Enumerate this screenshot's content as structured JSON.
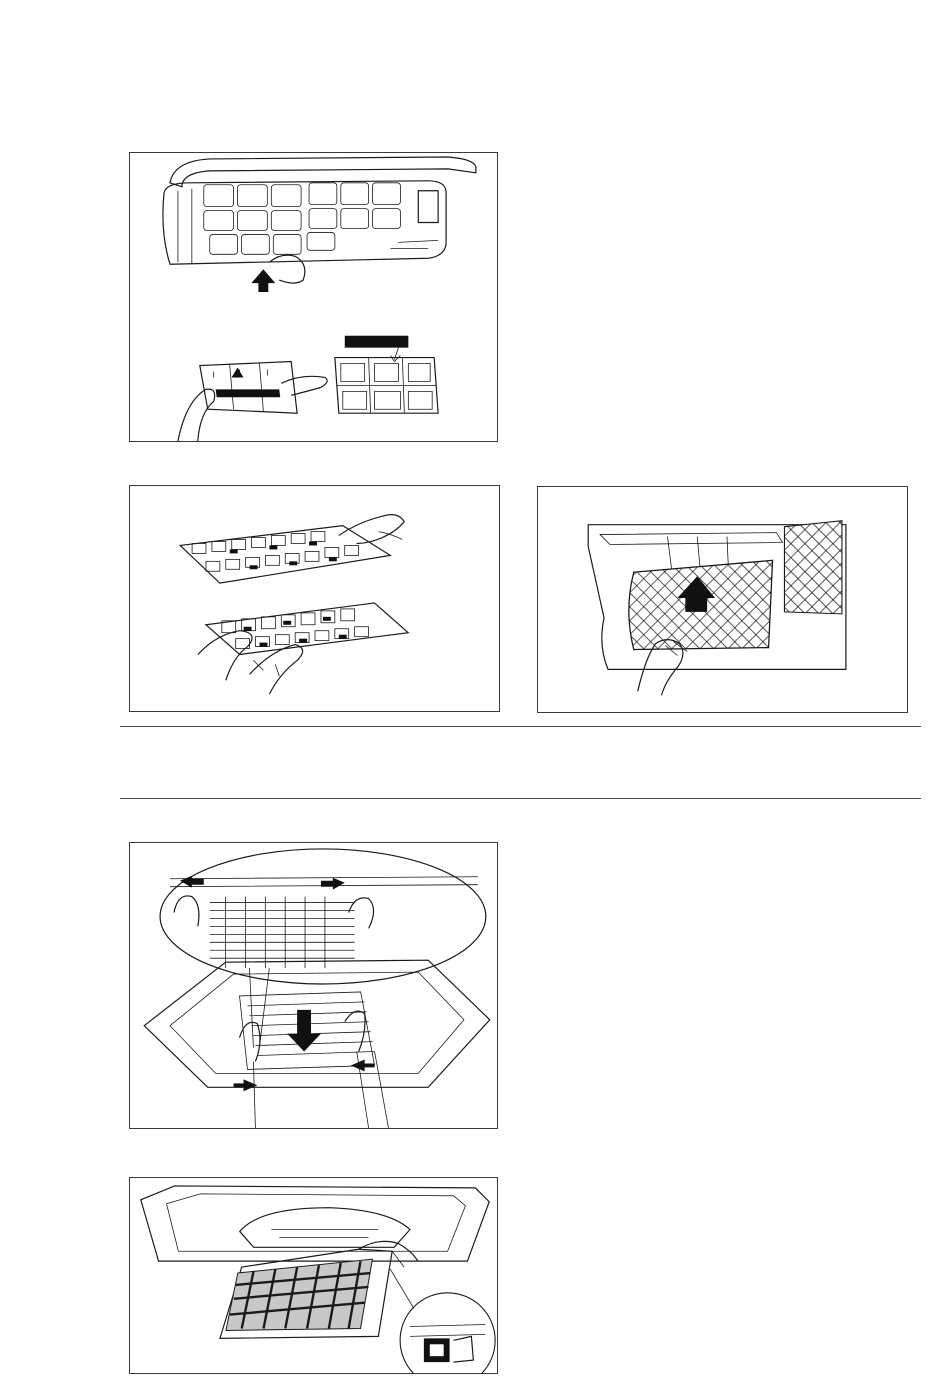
{
  "page": {
    "sections": [
      {
        "figures": [
          {
            "name": "figure-wall-unit-filter-removal",
            "icon": "wall-unit-open-panel-filter-removal-illustration"
          },
          {
            "name": "figure-filter-cleaning-two-hands",
            "icon": "filter-sheets-handling-illustration"
          },
          {
            "name": "figure-air-purifying-filter-insertion",
            "icon": "air-purifying-filter-insert-illustration"
          }
        ]
      },
      {
        "figures": [
          {
            "name": "figure-cassette-grille-filter-release",
            "icon": "cassette-grille-release-illustration"
          },
          {
            "name": "figure-cassette-filter-hinged-down",
            "icon": "cassette-filter-hinged-illustration"
          }
        ]
      }
    ],
    "colors": {
      "ink": "#1a1a1a",
      "rule": "#4a4a4a",
      "shade": "#c8c8c8"
    }
  }
}
